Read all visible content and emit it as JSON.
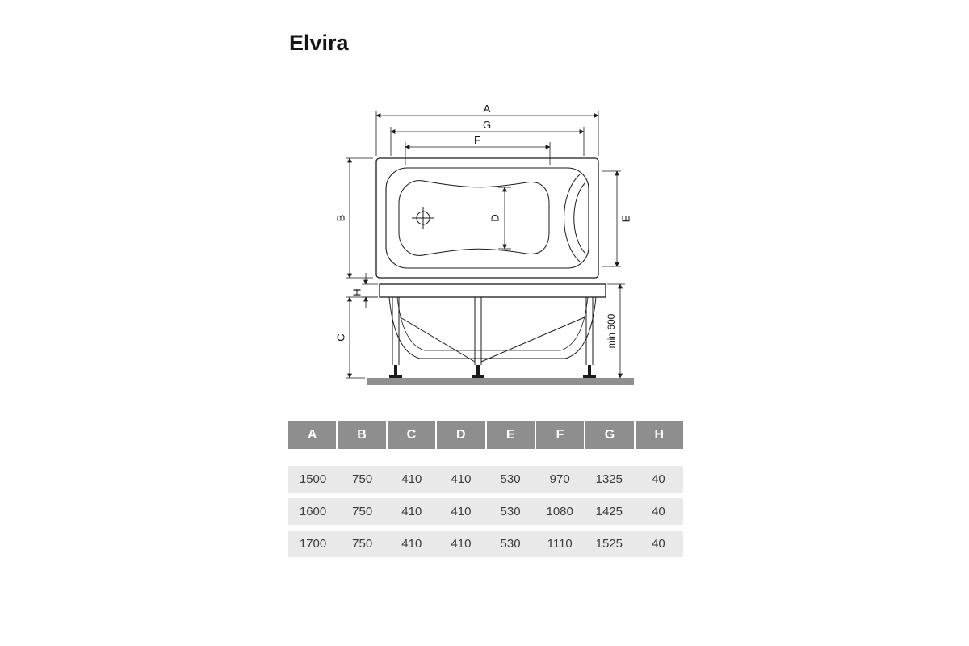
{
  "title": "Elvira",
  "diagram": {
    "dim_labels": {
      "A": "A",
      "G": "G",
      "F": "F",
      "B": "B",
      "D": "D",
      "E": "E",
      "H": "H",
      "C": "C",
      "min_height": "min 600"
    }
  },
  "table": {
    "headers": [
      "A",
      "B",
      "C",
      "D",
      "E",
      "F",
      "G",
      "H"
    ],
    "rows": [
      [
        "1500",
        "750",
        "410",
        "410",
        "530",
        "970",
        "1325",
        "40"
      ],
      [
        "1600",
        "750",
        "410",
        "410",
        "530",
        "1080",
        "1425",
        "40"
      ],
      [
        "1700",
        "750",
        "410",
        "410",
        "530",
        "1110",
        "1525",
        "40"
      ]
    ]
  },
  "colors": {
    "table_header_bg": "#8e8e8e",
    "table_row_bg": "#e9e9e9",
    "drawing_line": "#1a1a1a",
    "floor_fill": "#8f8f8f"
  }
}
